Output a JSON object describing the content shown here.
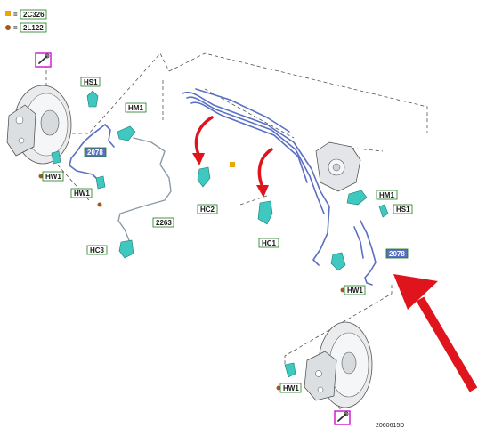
{
  "legend": [
    {
      "symbol": "=",
      "code": "2C326",
      "color": "#f0a400"
    },
    {
      "symbol": "=",
      "code": "2L122",
      "color": "#a05a1e"
    }
  ],
  "callouts": {
    "hs1_left": "HS1",
    "hm1_left": "HM1",
    "hw1_left_a": "HW1",
    "hw1_left_b": "HW1",
    "p2078_left": "2078",
    "p2263": "2263",
    "hc3": "HC3",
    "hc2": "HC2",
    "hc1": "HC1",
    "hm1_right": "HM1",
    "hs1_right": "HS1",
    "p2078_right": "2078",
    "hw1_right": "HW1",
    "hw1_bottom": "HW1"
  },
  "reference": "2060615D",
  "colors": {
    "callout_border": "#1a7a1a",
    "callout_bg": "#ffffff",
    "highlight_bg": "#5b6fc4",
    "arrow_red": "#e0141c",
    "pipe_blue": "#5b6fc4",
    "part_teal": "#3ec8c0",
    "magenta": "#cc10cc"
  },
  "icons": [
    "wrench-icon",
    "wrench-icon"
  ]
}
